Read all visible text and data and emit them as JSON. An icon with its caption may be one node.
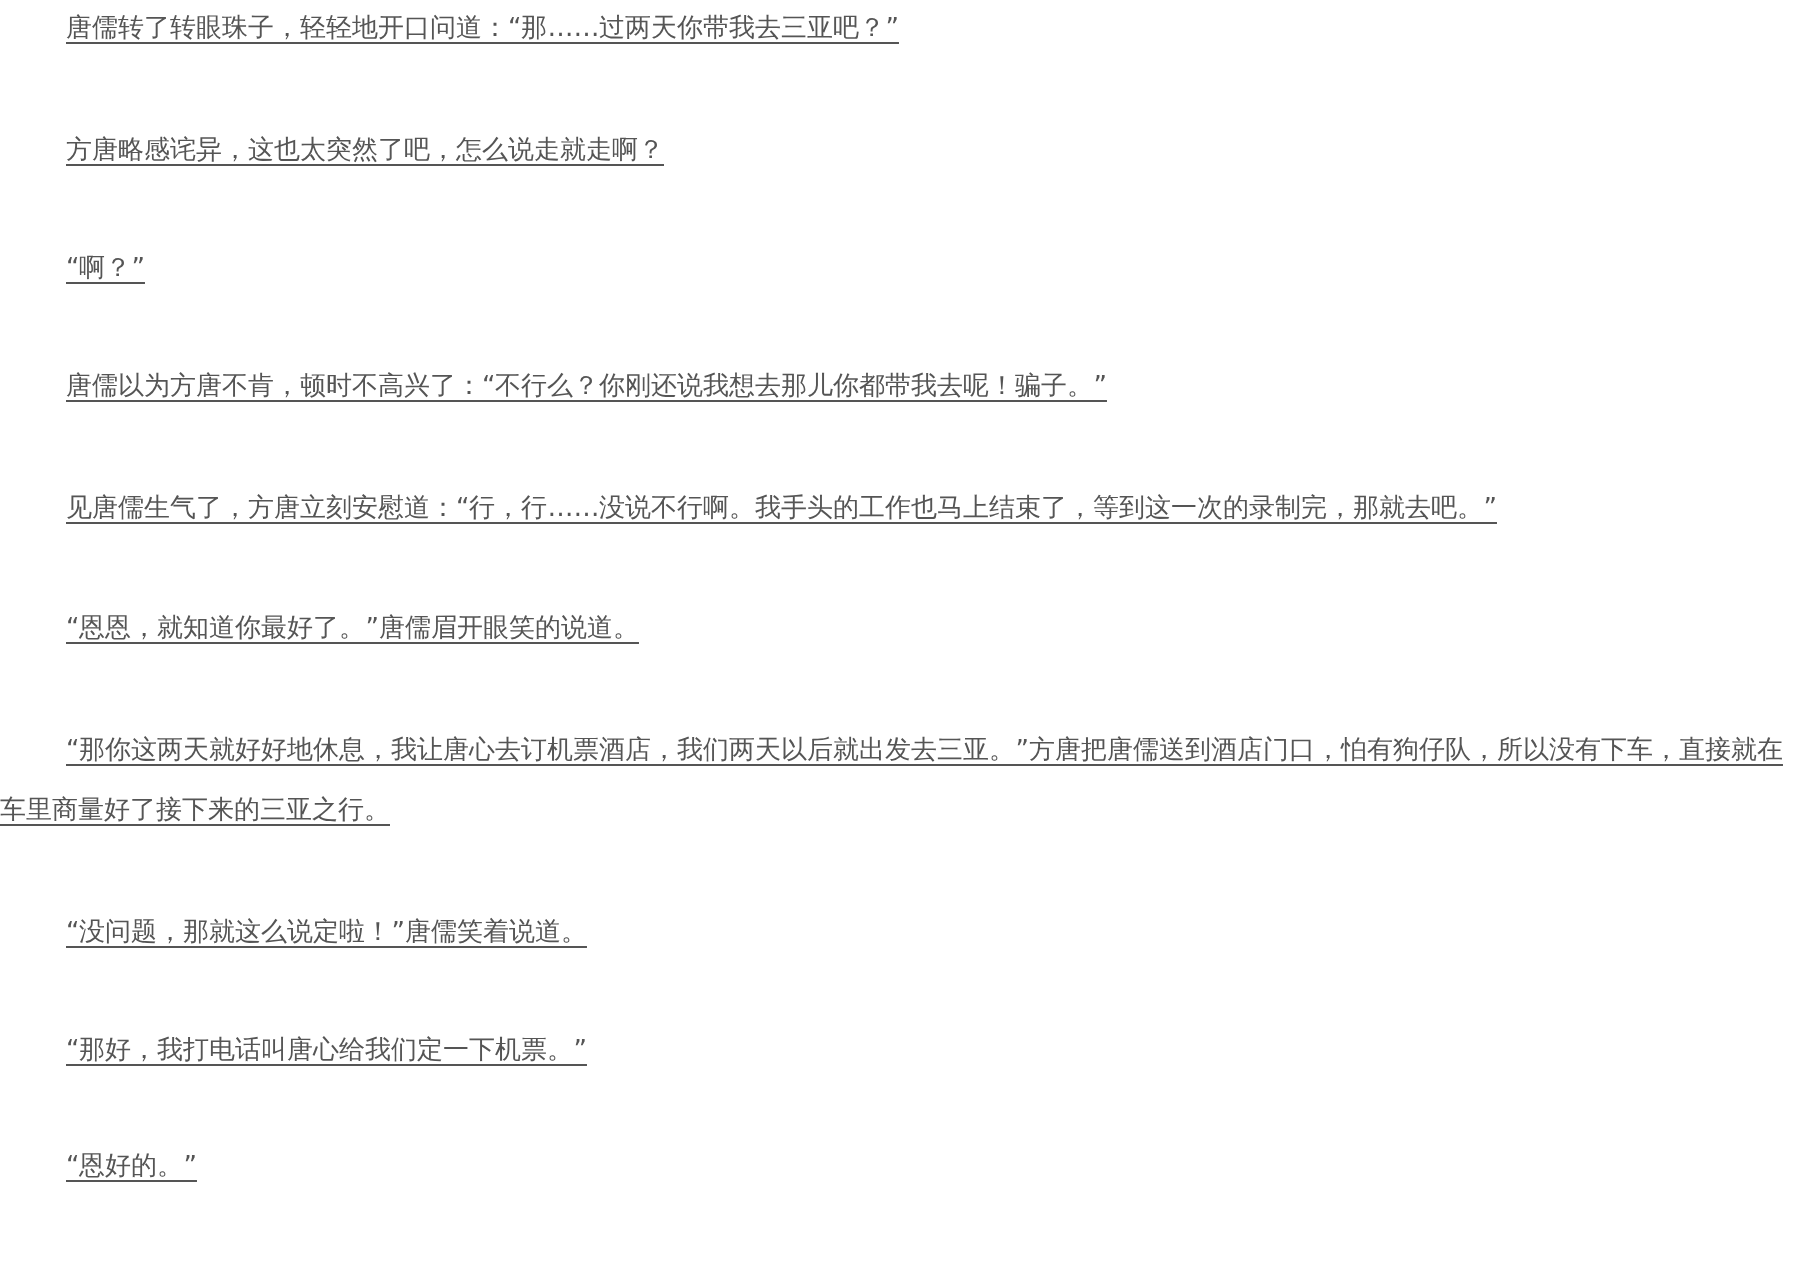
{
  "diagram": {
    "labels": [
      "唐儒转了转眼珠子，轻轻地开口问道：“那……过两天你带我去三亚吧？”",
      "方唐略感诧异，这也太突然了吧，怎么说走就走啊？",
      "“啊？”",
      "唐儒以为方唐不肯，顿时不高兴了：“不行么？你刚还说我想去那儿你都带我去呢！骗子。”",
      "见唐儒生气了，方唐立刻安慰道：“行，行……没说不行啊。我手头的工作也马上结束了，等到这一次的录制完，那就去吧。”",
      "“恩恩，就知道你最好了。”唐儒眉开眼笑的说道。",
      "“那你这两天就好好地休息，我让唐心去订机票酒店，我们两天以后就出发去三亚。”方唐把唐儒送到酒店门口，怕有狗仔队，所以没有下车，直接就在车里商量好了接下来的三亚之行。",
      "“没问题，那就这么说定啦！”唐儒笑着说道。",
      "“那好，我打电话叫唐心给我们定一下机票。”",
      "“恩好的。”"
    ]
  }
}
